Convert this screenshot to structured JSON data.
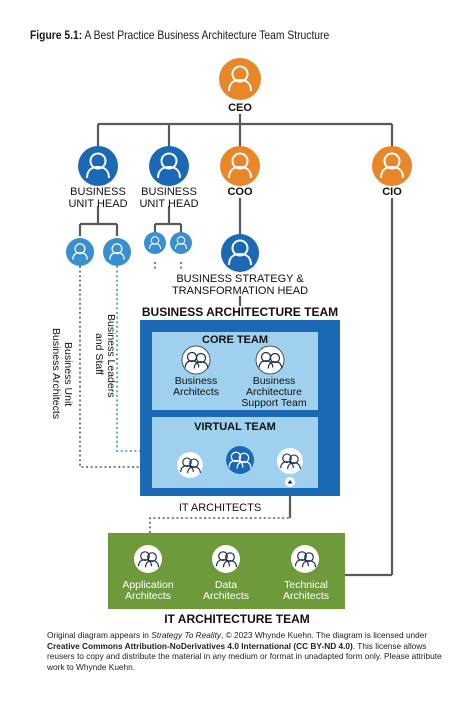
{
  "figure": {
    "label": "Figure 5.1:",
    "title": "A Best Practice Business Architecture Team Structure"
  },
  "nodes": {
    "ceo": "CEO",
    "bu_head_1": [
      "BUSINESS",
      "UNIT HEAD"
    ],
    "bu_head_2": [
      "BUSINESS",
      "UNIT HEAD"
    ],
    "coo": "COO",
    "cio": "CIO",
    "bst_head": [
      "BUSINESS STRATEGY &",
      "TRANSFORMATION HEAD"
    ]
  },
  "sections": {
    "ba_team": "BUSINESS ARCHITECTURE TEAM",
    "core_team": "CORE TEAM",
    "virtual_team": "VIRTUAL TEAM",
    "it_architects": "IT ARCHITECTS",
    "it_team": "IT ARCHITECTURE TEAM"
  },
  "core_roles": {
    "business_architects": [
      "Business",
      "Architects"
    ],
    "support_team": [
      "Business",
      "Architecture",
      "Support Team"
    ]
  },
  "it_roles": {
    "application": [
      "Application",
      "Architects"
    ],
    "data": [
      "Data",
      "Architects"
    ],
    "technical": [
      "Technical",
      "Architects"
    ]
  },
  "side_labels": {
    "bu_architects": [
      "Business Unit",
      "Business Architects"
    ],
    "leaders_staff": [
      "Business Leaders",
      "and Staff"
    ]
  },
  "footer": {
    "p1": "Original diagram appears in ",
    "book": "Strategy To Reality",
    "p2": ", © 2023 Whynde Kuehn. The diagram is licensed under ",
    "license": "Creative Commons Attribution-NoDerivatives 4.0 International (CC BY-ND 4.0)",
    "p3": ". This license allows reusers to copy and distribute the material in any medium or format in unadapted form only. Please attribute work to Whynde Kuehn."
  },
  "colors": {
    "orange": "#e8862a",
    "blue": "#1b69b4",
    "light_blue": "#9fd0ee",
    "green": "#6e9a3c",
    "line": "#5a5a5a"
  },
  "icons": [
    "person-icon",
    "person-pair-icon",
    "caret-up-icon"
  ]
}
